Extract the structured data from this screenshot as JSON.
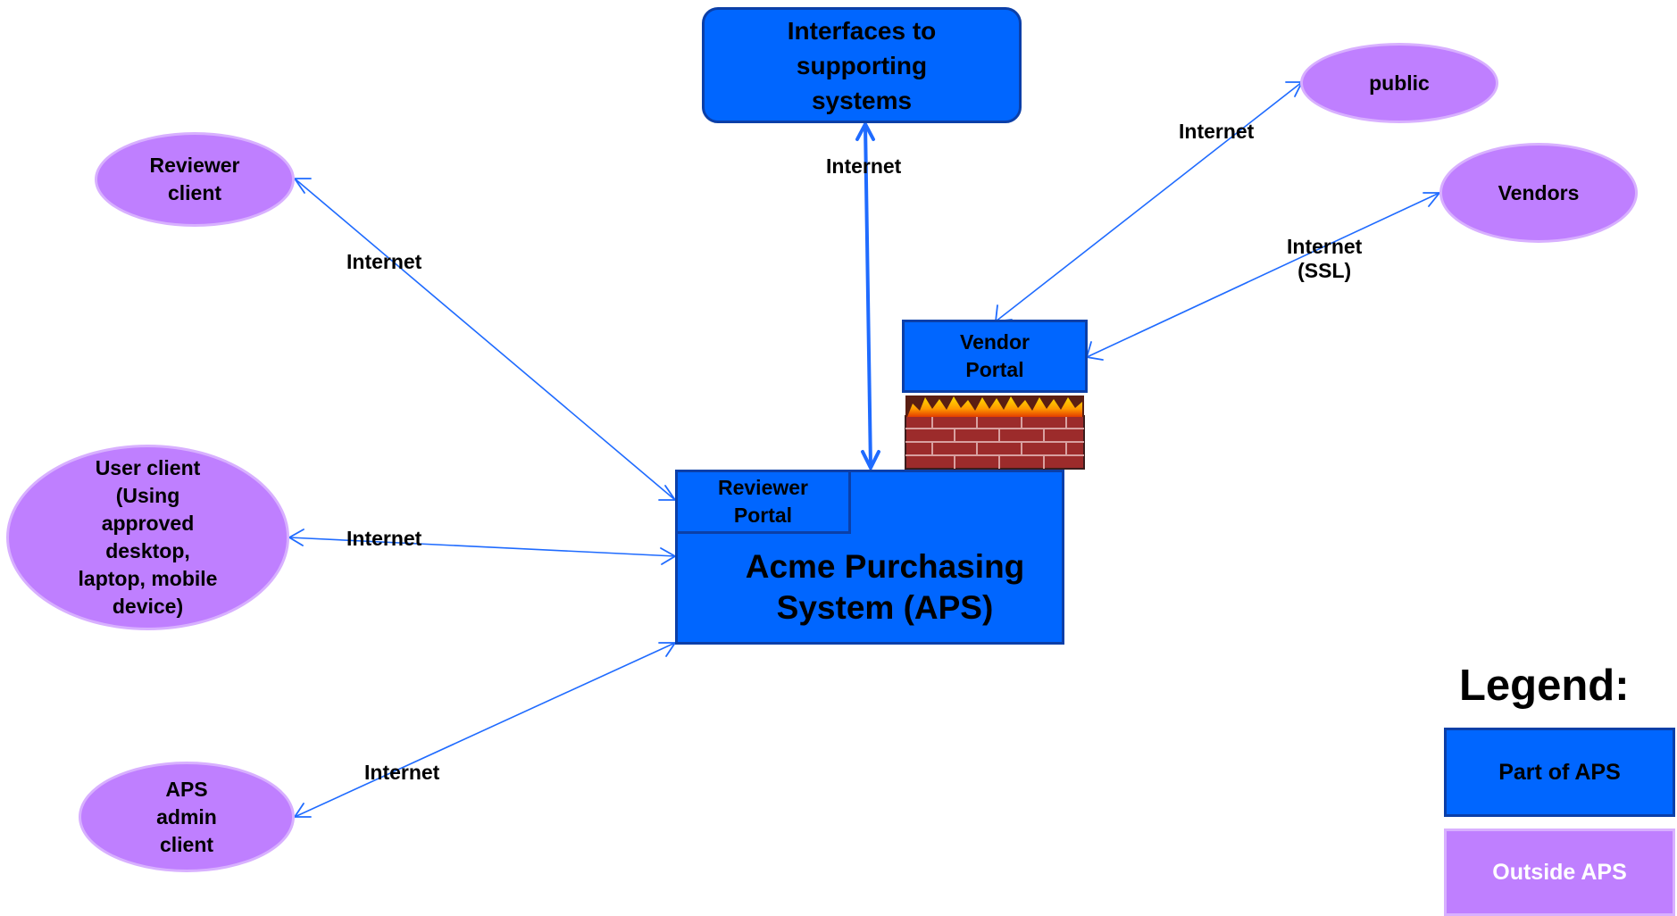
{
  "colors": {
    "aps_fill": "#0066ff",
    "aps_border": "#0b3fa8",
    "outside_fill": "#bf7fff",
    "outside_border": "#d8b0ff",
    "connector": "#1f6bff"
  },
  "nodes": {
    "interfaces": "Interfaces to\nsupporting\nsystems",
    "public": "public",
    "vendors": "Vendors",
    "reviewer_client": "Reviewer\nclient",
    "user_client": "User client\n(Using\napproved\ndesktop,\nlaptop, mobile\ndevice)",
    "admin_client": "APS\nadmin\nclient",
    "vendor_portal": "Vendor\nPortal",
    "reviewer_portal": "Reviewer\nPortal",
    "aps_system": "Acme Purchasing\nSystem (APS)"
  },
  "connections": {
    "interfaces": "Internet",
    "public": "Internet",
    "vendors": "Internet\n(SSL)",
    "reviewer": "Internet",
    "user": "Internet",
    "admin": "Internet"
  },
  "legend": {
    "title": "Legend:",
    "part_of_aps": "Part of APS",
    "outside_aps": "Outside APS"
  },
  "icons": {
    "firewall": "firewall-icon"
  }
}
